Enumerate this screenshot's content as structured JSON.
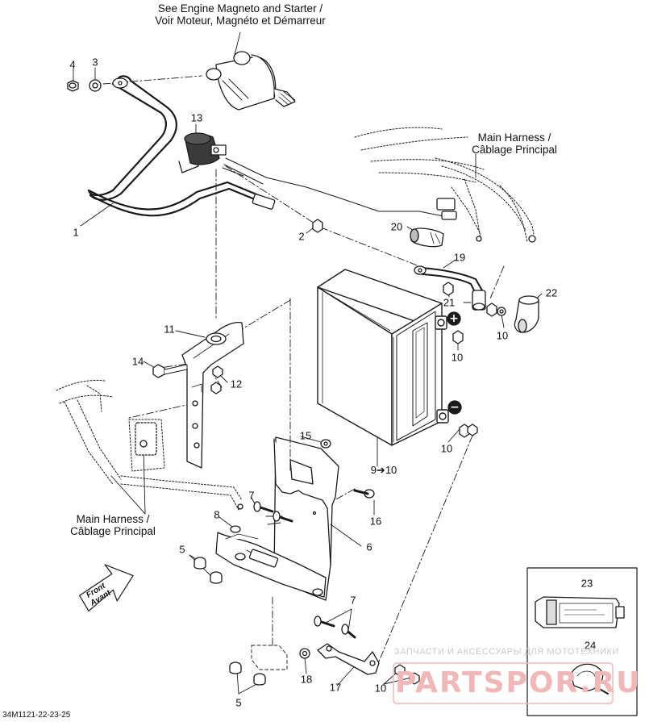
{
  "headers": {
    "engine_line1": "See Engine Magneto and Starter /",
    "engine_line2": "Voir Moteur, Magnéto et Démarreur",
    "harness_top_line1": "Main Harness /",
    "harness_top_line2": "Câblage Principal",
    "harness_left_line1": "Main Harness /",
    "harness_left_line2": "Câblage Principal"
  },
  "callouts": {
    "c1": "1",
    "c2": "2",
    "c3": "3",
    "c4": "4",
    "c5a": "5",
    "c5b": "5",
    "c6": "6",
    "c7a": "7",
    "c7b": "7",
    "c8": "8",
    "c9_10": "9➔10",
    "c10a": "10",
    "c10b": "10",
    "c10c": "10",
    "c10d": "10",
    "c11": "11",
    "c12": "12",
    "c13": "13",
    "c14": "14",
    "c15": "15",
    "c16": "16",
    "c17": "17",
    "c18": "18",
    "c19": "19",
    "c20": "20",
    "c21": "21",
    "c22": "22",
    "c23": "23",
    "c24": "24"
  },
  "terminals": {
    "positive": "+",
    "negative": "−"
  },
  "front_arrow": {
    "line1": "Front",
    "line2": "Avant"
  },
  "diagram_code": "34M1121-22-23-25",
  "watermark": {
    "text": "ЗАПЧАСТИ И АКСЕССУАРЫ ДЛЯ МОТОТЕХНИКИ",
    "logo": "PARTSPOR.RU"
  }
}
